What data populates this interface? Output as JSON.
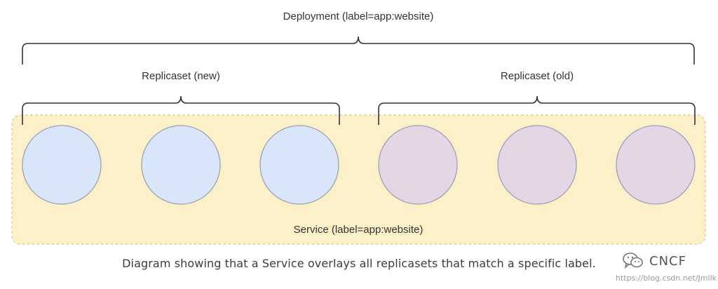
{
  "deployment": {
    "label": "Deployment (label=app:website)"
  },
  "replicasets": [
    {
      "label": "Replicaset (new)",
      "pod_color": "#d9e5f8",
      "pod_count": 3
    },
    {
      "label": "Replicaset (old)",
      "pod_color": "#e5d6e6",
      "pod_count": 3
    }
  ],
  "service": {
    "label": "Service  (label=app:website)",
    "fill_color": "#fcf0c9",
    "border_color": "#dccb8c"
  },
  "caption": "Diagram showing that a Service overlays all replicasets that match a specific label.",
  "watermark": {
    "name": "CNCF",
    "url": "https://blog.csdn.net/Jmilk"
  },
  "colors": {
    "bracket": "#333333",
    "pod_border": "#9aa2b5"
  }
}
